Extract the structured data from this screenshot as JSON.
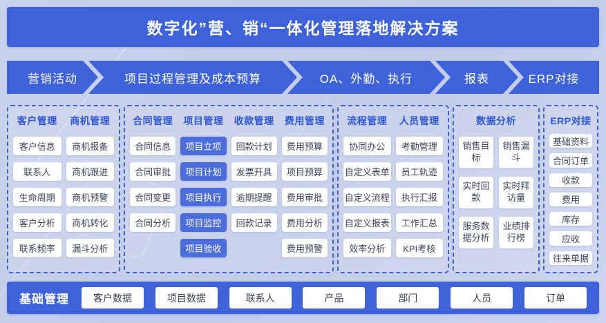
{
  "title": "数字化”营、销“一体化管理落地解决方案",
  "flow": [
    "营销活动",
    "项目过程管理及成本预算",
    "OA、外勤、执行",
    "报表",
    "ERP对接"
  ],
  "panels": [
    {
      "columns": [
        {
          "header": "客户管理",
          "items": [
            "客户信息",
            "联系人",
            "生命周期",
            "客户分析",
            "联系频率"
          ]
        },
        {
          "header": "商机管理",
          "items": [
            "商机报备",
            "商机跟进",
            "商机预警",
            "商机转化",
            "漏斗分析"
          ]
        }
      ]
    },
    {
      "columns": [
        {
          "header": "合同管理",
          "items": [
            "合同信息",
            "合同审批",
            "合同变更",
            "合同分析"
          ]
        },
        {
          "header": "项目管理",
          "items": [
            "项目立项",
            "项目计划",
            "项目执行",
            "项目监控",
            "项目验收"
          ]
        },
        {
          "header": "收款管理",
          "items": [
            "回款计划",
            "发票开具",
            "逾期提醒",
            "回款记录"
          ]
        },
        {
          "header": "费用管理",
          "items": [
            "费用预算",
            "项目预算",
            "费用审批",
            "费用分析",
            "费用预警"
          ]
        }
      ]
    },
    {
      "columns": [
        {
          "header": "流程管理",
          "items": [
            "协同办公",
            "自定义表单",
            "自定义流程",
            "自定义报表",
            "效率分析"
          ]
        },
        {
          "header": "人员管理",
          "items": [
            "考勤管理",
            "员工轨迹",
            "执行汇报",
            "工作汇总",
            "KPI考核"
          ]
        }
      ]
    },
    {
      "header": "数据分析",
      "items": [
        "销售目标",
        "销售漏斗",
        "实时回款",
        "实时拜访量",
        "服务数据分析",
        "业绩排行榜"
      ]
    },
    {
      "header": "ERP对接",
      "items": [
        "基础资料",
        "合同订单",
        "收款",
        "费用",
        "库存",
        "应收",
        "往来单据"
      ]
    }
  ],
  "footer": {
    "label": "基础管理",
    "buttons": [
      "客户数据",
      "项目数据",
      "联系人",
      "产品",
      "部门",
      "人员",
      "订单"
    ]
  },
  "colors": {
    "accent_blue": "#3e62d9",
    "primary_button_blue": "#4c6edc",
    "panel_border_blue": "#3f62d9",
    "header_text_blue": "#2f55d8",
    "button_text": "#3a4558",
    "page_background": "#c5cfe9"
  }
}
